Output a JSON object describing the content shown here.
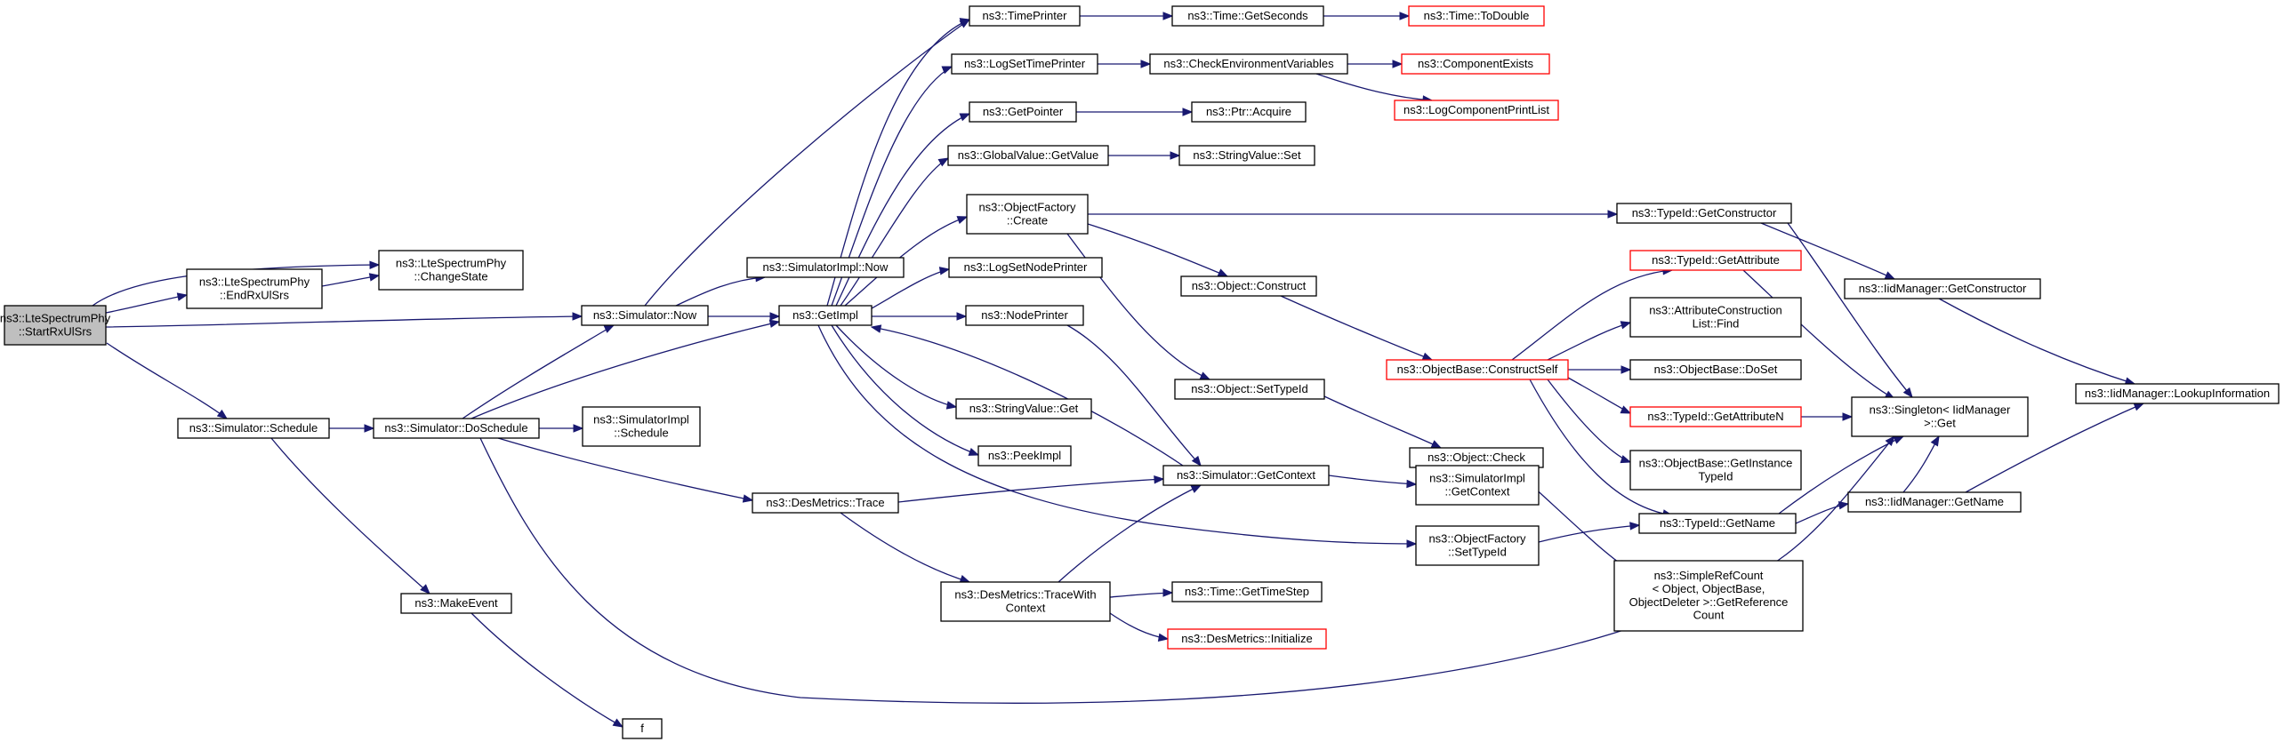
{
  "colors": {
    "edge": "#191970",
    "node_border": "#000000",
    "highlight_border": "#ff0000",
    "root_fill": "#bfbfbf",
    "background": "#ffffff"
  },
  "nodes": {
    "start": [
      "ns3::LteSpectrumPhy",
      "::StartRxUlSrs"
    ],
    "endrx": [
      "ns3::LteSpectrumPhy",
      "::EndRxUlSrs"
    ],
    "changestate": [
      "ns3::LteSpectrumPhy",
      "::ChangeState"
    ],
    "now": [
      "ns3::Simulator::Now"
    ],
    "schedule": [
      "ns3::Simulator::Schedule"
    ],
    "doschedule": [
      "ns3::Simulator::DoSchedule"
    ],
    "makeevent": [
      "ns3::MakeEvent"
    ],
    "f": [
      "f"
    ],
    "simimplnow": [
      "ns3::SimulatorImpl::Now"
    ],
    "simimplschedule": [
      "ns3::SimulatorImpl",
      "::Schedule"
    ],
    "getimpl": [
      "ns3::GetImpl"
    ],
    "desmetricstrace": [
      "ns3::DesMetrics::Trace"
    ],
    "timeprinter": [
      "ns3::TimePrinter"
    ],
    "logsettimeprinter": [
      "ns3::LogSetTimePrinter"
    ],
    "getpointer": [
      "ns3::GetPointer"
    ],
    "globalvalueget": [
      "ns3::GlobalValue::GetValue"
    ],
    "objfactorycreate": [
      "ns3::ObjectFactory",
      "::Create"
    ],
    "logsetnodeprinter": [
      "ns3::LogSetNodePrinter"
    ],
    "nodeprinter": [
      "ns3::NodePrinter"
    ],
    "stringvalueget": [
      "ns3::StringValue::Get"
    ],
    "peekimpl": [
      "ns3::PeekImpl"
    ],
    "tracewithcontext": [
      "ns3::DesMetrics::TraceWith",
      "Context"
    ],
    "getseconds": [
      "ns3::Time::GetSeconds"
    ],
    "todouble": [
      "ns3::Time::ToDouble"
    ],
    "checkenv": [
      "ns3::CheckEnvironmentVariables"
    ],
    "componentexists": [
      "ns3::ComponentExists"
    ],
    "logcomponentprintlist": [
      "ns3::LogComponentPrintList"
    ],
    "ptracquire": [
      "ns3::Ptr::Acquire"
    ],
    "stringvalueset": [
      "ns3::StringValue::Set"
    ],
    "getconstructor": [
      "ns3::TypeId::GetConstructor"
    ],
    "objectconstruct": [
      "ns3::Object::Construct"
    ],
    "objectsettypeid": [
      "ns3::Object::SetTypeId"
    ],
    "simgetcontext": [
      "ns3::Simulator::GetContext"
    ],
    "gettimestep": [
      "ns3::Time::GetTimeStep"
    ],
    "desmetricsinit": [
      "ns3::DesMetrics::Initialize"
    ],
    "constructself": [
      "ns3::ObjectBase::ConstructSelf"
    ],
    "objectcheck": [
      "ns3::Object::Check"
    ],
    "simimplgetcontext": [
      "ns3::SimulatorImpl",
      "::GetContext"
    ],
    "objfactorysettypeid": [
      "ns3::ObjectFactory",
      "::SetTypeId"
    ],
    "getattribute": [
      "ns3::TypeId::GetAttribute"
    ],
    "attrconstruction": [
      "ns3::AttributeConstruction",
      "List::Find"
    ],
    "objectbasedoset": [
      "ns3::ObjectBase::DoSet"
    ],
    "getattributen": [
      "ns3::TypeId::GetAttributeN"
    ],
    "getinstancetypeid": [
      "ns3::ObjectBase::GetInstance",
      "TypeId"
    ],
    "typeidgetname": [
      "ns3::TypeId::GetName"
    ],
    "simplerefcount": [
      "ns3::SimpleRefCount",
      "< Object, ObjectBase,",
      "ObjectDeleter >::GetReference",
      "Count"
    ],
    "iidmgrgetconstructor": [
      "ns3::IidManager::GetConstructor"
    ],
    "singletonget": [
      "ns3::Singleton< IidManager",
      " >::Get"
    ],
    "iidmgrgetname": [
      "ns3::IidManager::GetName"
    ],
    "lookupinfo": [
      "ns3::IidManager::LookupInformation"
    ]
  }
}
